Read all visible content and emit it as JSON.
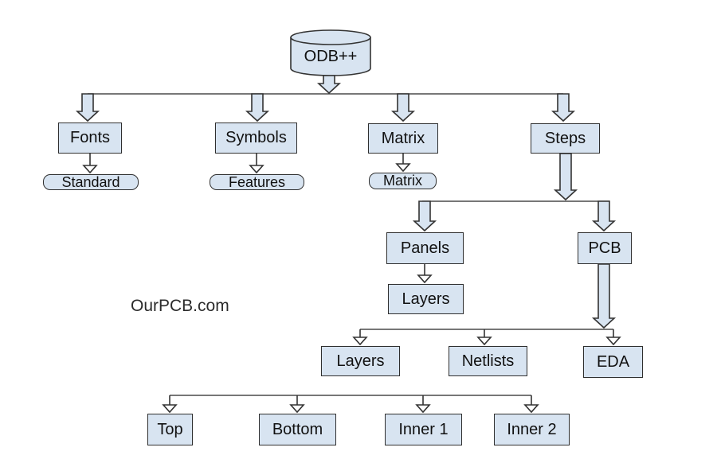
{
  "palette": {
    "background": "#ffffff",
    "node_fill": "#d8e4f1",
    "node_border": "#2f2f2f",
    "connector": "#4a4a4a",
    "text": "#111111"
  },
  "watermark": "OurPCB.com",
  "diagram": {
    "nodes": {
      "odb": {
        "label": "ODB++"
      },
      "fonts": {
        "label": "Fonts"
      },
      "symbols": {
        "label": "Symbols"
      },
      "matrix": {
        "label": "Matrix"
      },
      "steps": {
        "label": "Steps"
      },
      "standard": {
        "label": "Standard"
      },
      "features": {
        "label": "Features"
      },
      "matrix_sub": {
        "label": "Matrix"
      },
      "panels": {
        "label": "Panels"
      },
      "pcb": {
        "label": "PCB"
      },
      "layers_panels": {
        "label": "Layers"
      },
      "layers": {
        "label": "Layers"
      },
      "netlists": {
        "label": "Netlists"
      },
      "eda": {
        "label": "EDA"
      },
      "top": {
        "label": "Top"
      },
      "bottom": {
        "label": "Bottom"
      },
      "inner1": {
        "label": "Inner 1"
      },
      "inner2": {
        "label": "Inner 2"
      }
    }
  }
}
